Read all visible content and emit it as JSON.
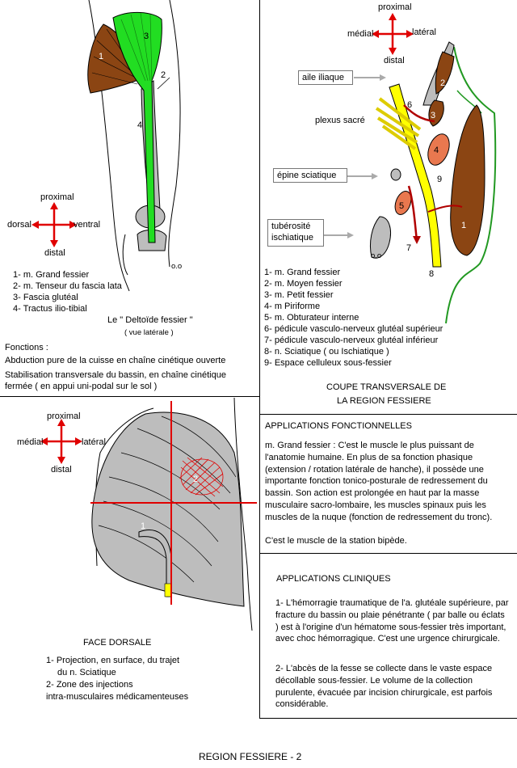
{
  "orientation": {
    "proximal": "proximal",
    "distal": "distal",
    "dorsal": "dorsal",
    "ventral": "ventral",
    "medial": "médial",
    "lateral": "latéral"
  },
  "deltoide": {
    "legend": [
      "1- m. Grand fessier",
      "2- m. Tenseur du fascia lata",
      "3- Fascia glutéal",
      "4- Tractus ilio-tibial"
    ],
    "title": "Le \" Deltoïde fessier \"",
    "subtitle": "( vue latérale )",
    "numbers": [
      "1",
      "2",
      "3",
      "4"
    ],
    "mark": "o.o",
    "fonctions_title": "Fonctions :",
    "fonctions_1": "Abduction pure de la cuisse  en chaîne cinétique ouverte",
    "fonctions_2": "Stabilisation transversale du bassin, en chaîne cinétique fermée ( en appui uni-podal sur le sol )"
  },
  "coupe": {
    "aile_iliaque": "aile iliaque",
    "plexus_sacre": "plexus sacré",
    "epine_sciatique": "épine sciatique",
    "tuberosite": "tubérosité ischiatique",
    "numbers": [
      "1",
      "2",
      "3",
      "4",
      "5",
      "6",
      "7",
      "8",
      "9"
    ],
    "mark": "o.o",
    "legend": [
      "1- m. Grand fessier",
      "2- m. Moyen fessier",
      "3- m. Petit fessier",
      "4- m Piriforme",
      "5- m. Obturateur interne",
      "6- pédicule vasculo-nerveux glutéal supérieur",
      "7- pédicule vasculo-nerveux glutéal inférieur",
      "8- n. Sciatique ( ou Ischiatique )",
      "9- Espace celluleux sous-fessier"
    ],
    "title_1": "COUPE TRANSVERSALE DE",
    "title_2": "LA  REGION FESSIERE"
  },
  "dorsale": {
    "title": "FACE DORSALE",
    "legend_1a": "1- Projection, en surface, du trajet",
    "legend_1b": "du n. Sciatique",
    "legend_2a": "2- Zone des injections",
    "legend_2b": "intra-musculaires médicamenteuses",
    "numbers": [
      "1",
      "2"
    ]
  },
  "applications_fonctionnelles": {
    "title": "APPLICATIONS FONCTIONNELLES",
    "text_1": "m. Grand fessier : C'est le muscle le plus puissant de l'anatomie humaine. En plus de sa fonction phasique (extension / rotation latérale de hanche), il possède une importante fonction tonico-posturale de redressement du bassin. Son action est prolongée en haut par la masse musculaire sacro-lombaire, les muscles spinaux puis les muscles de la nuque (fonction de redressement du tronc).",
    "text_2": "C'est le muscle de la station bipède."
  },
  "applications_cliniques": {
    "title": "APPLICATIONS CLINIQUES",
    "item_1": "1- L'hémorragie traumatique de l'a. glutéale supérieure, par fracture du bassin ou plaie pénétrante ( par balle ou éclats ) est à l'origine d'un hématome sous-fessier très important, avec choc hémorragique. C'est une urgence chirurgicale.",
    "item_2": "2- L'abcès de la fesse se collecte dans le vaste espace décollable sous-fessier. Le volume de la collection purulente, évacuée par incision chirurgicale, est parfois considérable."
  },
  "footer": "REGION FESSIERE - 2",
  "colors": {
    "arrow": "#e00000",
    "muscle_green": "#22dd22",
    "muscle_brown": "#8b4513",
    "grey": "#bdbdbd",
    "nerve": "#ffff00",
    "piriform": "#e9784f"
  }
}
